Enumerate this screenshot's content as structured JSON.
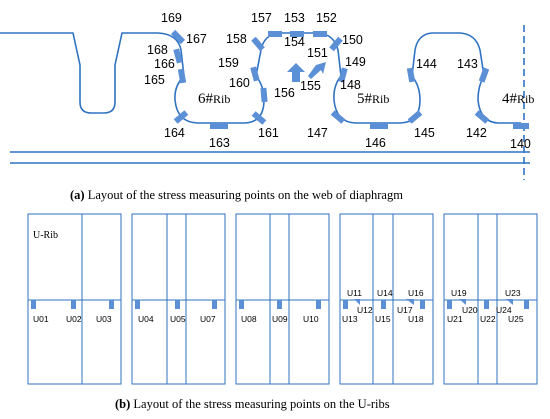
{
  "colors": {
    "line": "#2f73c2",
    "gauge": "#5b8fd6",
    "dashed_axis": "#2f73c2"
  },
  "figure_a": {
    "caption_letter": "(a)",
    "caption_text": " Layout of the stress measuring points on the web of diaphragm",
    "rib_labels": [
      {
        "num": "6#",
        "word": "Rib"
      },
      {
        "num": "5#",
        "word": "Rib"
      },
      {
        "num": "4#",
        "word": "Rib"
      }
    ],
    "points": [
      "169",
      "168",
      "167",
      "166",
      "165",
      "164",
      "163",
      "161",
      "160",
      "159",
      "158",
      "157",
      "156",
      "155",
      "154",
      "153",
      "152",
      "151",
      "150",
      "149",
      "148",
      "147",
      "146",
      "145",
      "144",
      "143",
      "142",
      "140"
    ]
  },
  "figure_b": {
    "caption_letter": "(b)",
    "caption_text": " Layout of the stress measuring points on the U-ribs",
    "panel_title": "U-Rib",
    "points": [
      "U01",
      "U02",
      "U03",
      "U04",
      "U05",
      "U07",
      "U08",
      "U09",
      "U10",
      "U11",
      "U12",
      "U13",
      "U14",
      "U15",
      "U16",
      "U17",
      "U18",
      "U19",
      "U20",
      "U21",
      "U22",
      "U23",
      "U24",
      "U25"
    ]
  }
}
